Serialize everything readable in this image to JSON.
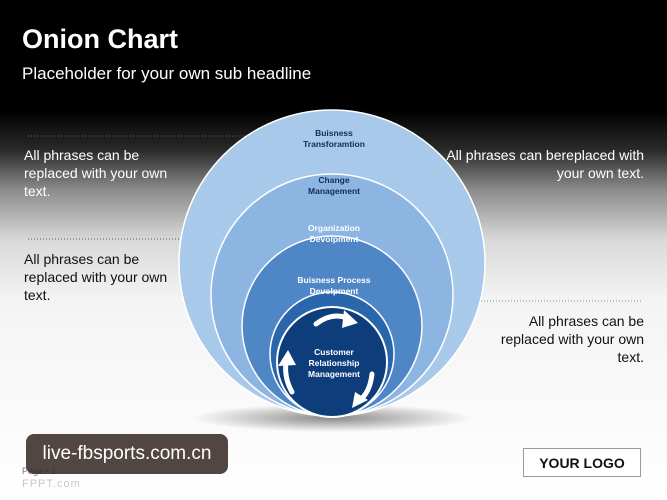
{
  "header": {
    "title": "Onion Chart",
    "subtitle": "Placeholder for your own sub headline"
  },
  "onion": {
    "layers": [
      {
        "lines": [
          "Buisness",
          "Transforamtion"
        ],
        "color": "#a9c9ea"
      },
      {
        "lines": [
          "Change",
          "Management"
        ],
        "color": "#8db5e2"
      },
      {
        "lines": [
          "Organization",
          "Devolpment"
        ],
        "color": "#4f86c6"
      },
      {
        "lines": [
          "Buisness Process",
          "Devolpment"
        ],
        "color": "#2a66ac"
      },
      {
        "lines": [
          "Customer",
          "Relationship",
          "Management"
        ],
        "color": "#0d3d7a"
      }
    ]
  },
  "phrases": {
    "left_top": "All phrases can be replaced with your own text.",
    "left_mid": "All phrases can be replaced with your own text.",
    "right_top": "All phrases can bereplaced with your own text.",
    "right_bottom": "All phrases can be replaced with your own text."
  },
  "footer": {
    "logo": "YOUR LOGO",
    "page": "Page • 1",
    "brand": "FPPT.com"
  },
  "watermark": "live-fbsports.com.cn"
}
